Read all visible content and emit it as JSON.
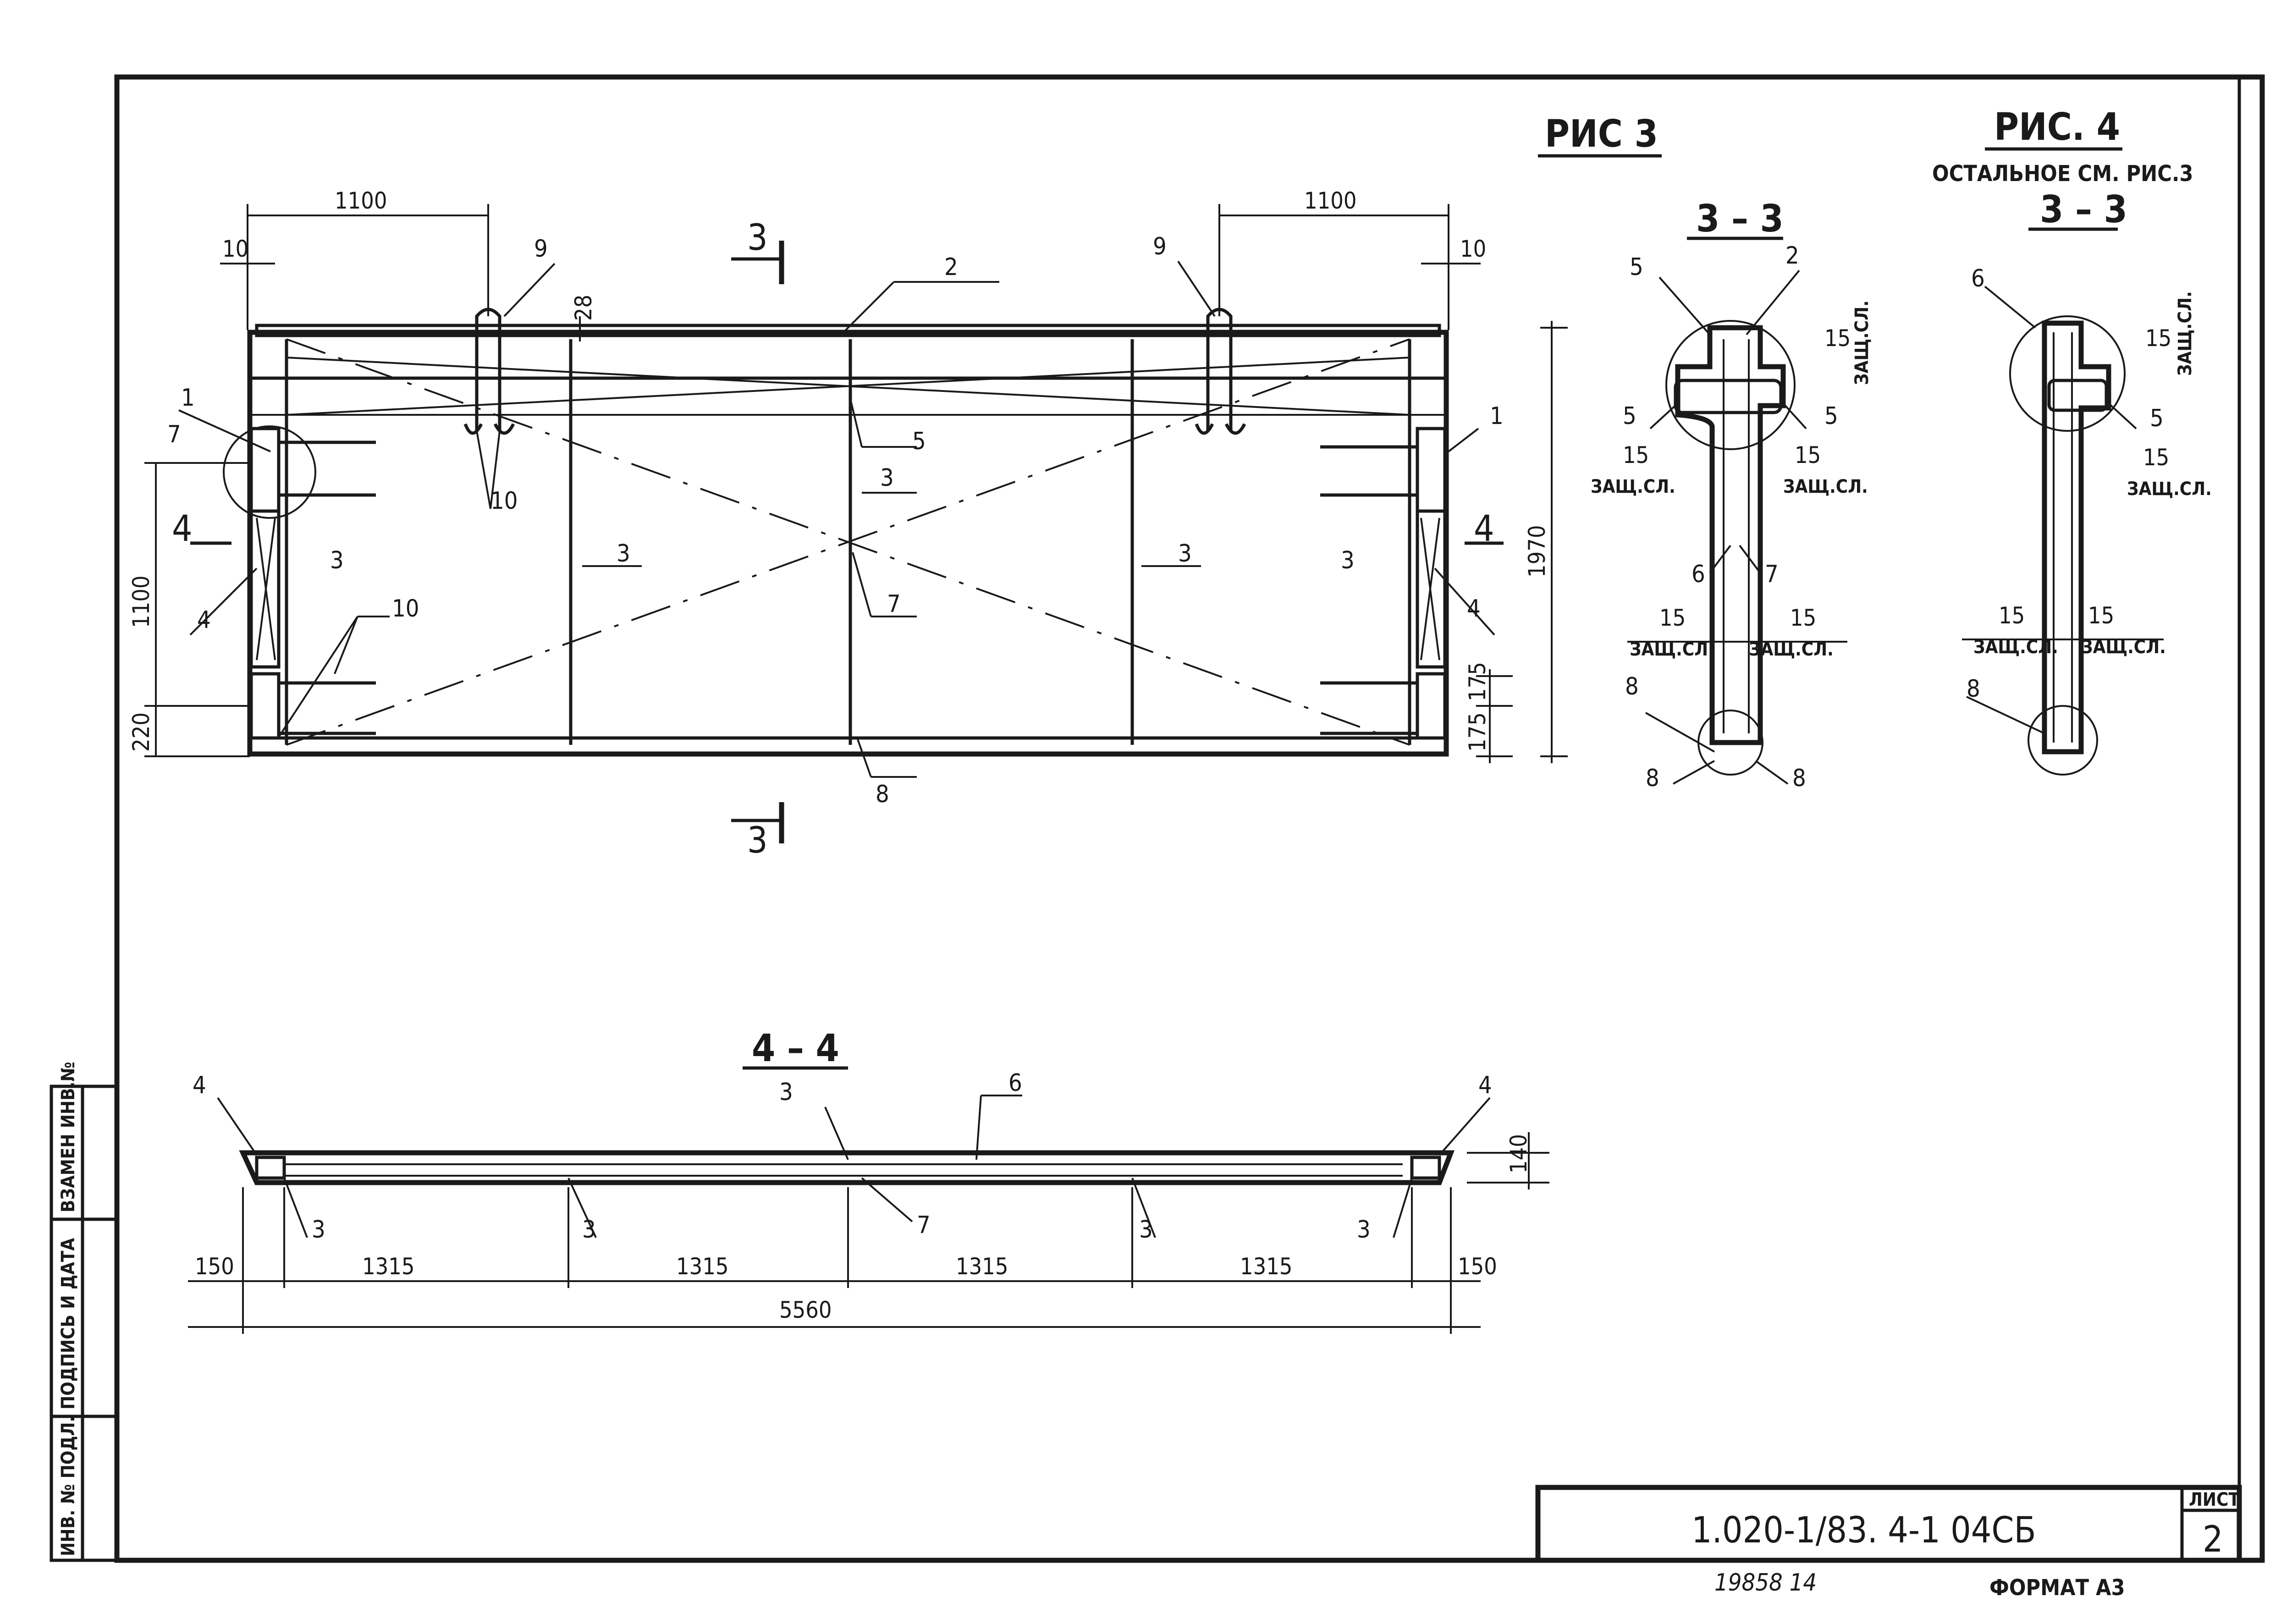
{
  "titles": {
    "fig3": "РИС 3",
    "fig4": "РИС. 4",
    "fig4_note": "ОСТАЛЬНОЕ СМ. РИС.3",
    "section_33": "3 – 3",
    "section_33b": "3 – 3",
    "section_44": "4 – 4"
  },
  "elevation": {
    "dims_top": [
      "1100",
      "1100"
    ],
    "dims_small": [
      "10",
      "10"
    ],
    "dim_28": "28",
    "dim_height": "1970",
    "dim_left": "1100",
    "dim_220": "220",
    "dim_175a": "175",
    "dim_175b": "175",
    "cut_label_3": "3",
    "cut_label_4": "4",
    "positions": {
      "p1": "1",
      "p2": "2",
      "p3": "3",
      "p4": "4",
      "p5": "5",
      "p6": "6",
      "p7": "7",
      "p8": "8",
      "p9": "9",
      "p10": "10"
    }
  },
  "section33": {
    "cover": "15",
    "cover_label": "ЗАЩ.СЛ."
  },
  "section44": {
    "dims": [
      "150",
      "1315",
      "1315",
      "1315",
      "1315",
      "150"
    ],
    "overall": "5560",
    "dim_140": "140"
  },
  "side_stamp": {
    "inv_vzam": "ВЗАМЕН ИНВ.№",
    "podpis": "ПОДПИСЬ И ДАТА",
    "inv_podl": "ИНВ. № ПОДЛ."
  },
  "title_block": {
    "code": "1.020-1/83. 4-1 04СБ",
    "sheet_label": "ЛИСТ",
    "sheet_no": "2"
  },
  "footer": {
    "number": "19858 14",
    "format": "ФОРМАТ А3"
  }
}
